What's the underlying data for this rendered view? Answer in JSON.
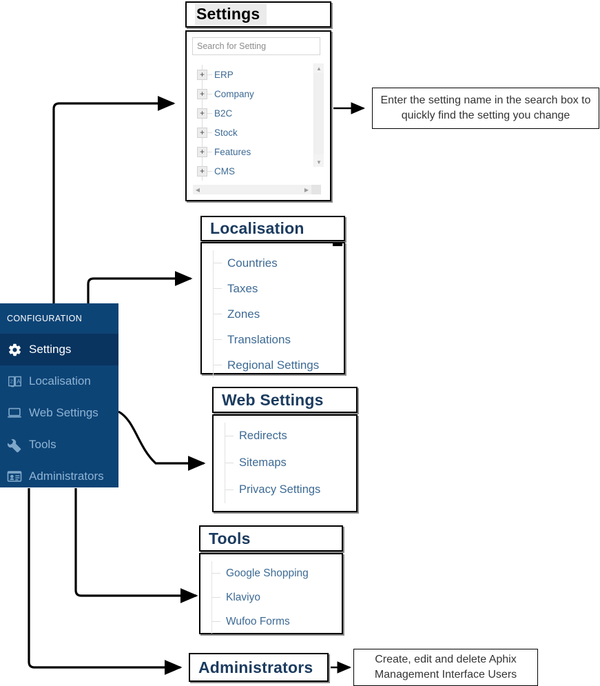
{
  "sidebar": {
    "header": "CONFIGURATION",
    "bg_color": "#0d4476",
    "active_bg_color": "#093460",
    "items": [
      {
        "label": "Settings",
        "icon": "gear-icon",
        "active": true
      },
      {
        "label": "Localisation",
        "icon": "translate-icon",
        "active": false
      },
      {
        "label": "Web Settings",
        "icon": "laptop-icon",
        "active": false
      },
      {
        "label": "Tools",
        "icon": "wrench-icon",
        "active": false
      },
      {
        "label": "Administrators",
        "icon": "id-card-icon",
        "active": false
      }
    ]
  },
  "settings_panel": {
    "title": "Settings",
    "search": {
      "placeholder": "Search for Setting",
      "value": ""
    },
    "tree": [
      {
        "label": "ERP",
        "expander": "+"
      },
      {
        "label": "Company",
        "expander": "+"
      },
      {
        "label": "B2C",
        "expander": "+"
      },
      {
        "label": "Stock",
        "expander": "+"
      },
      {
        "label": "Features",
        "expander": "+"
      },
      {
        "label": "CMS",
        "expander": "+"
      }
    ],
    "scroll_up": "▲",
    "scroll_down": "▼",
    "scroll_left": "◀",
    "scroll_right": "▶"
  },
  "localisation_panel": {
    "title": "Localisation",
    "links": [
      "Countries",
      "Taxes",
      "Zones",
      "Translations",
      "Regional Settings"
    ]
  },
  "web_settings_panel": {
    "title": "Web Settings",
    "links": [
      "Redirects",
      "Sitemaps",
      "Privacy Settings"
    ]
  },
  "tools_panel": {
    "title": "Tools",
    "links": [
      "Google Shopping",
      "Klaviyo",
      "Wufoo Forms"
    ]
  },
  "administrators_panel": {
    "title": "Administrators"
  },
  "notes": {
    "search_note": "Enter the setting name in the search box to quickly find the setting you change",
    "admin_note": "Create, edit and delete Aphix Management Interface Users"
  },
  "link_color": "#3d6a94",
  "title_color": "#1b3b5f"
}
